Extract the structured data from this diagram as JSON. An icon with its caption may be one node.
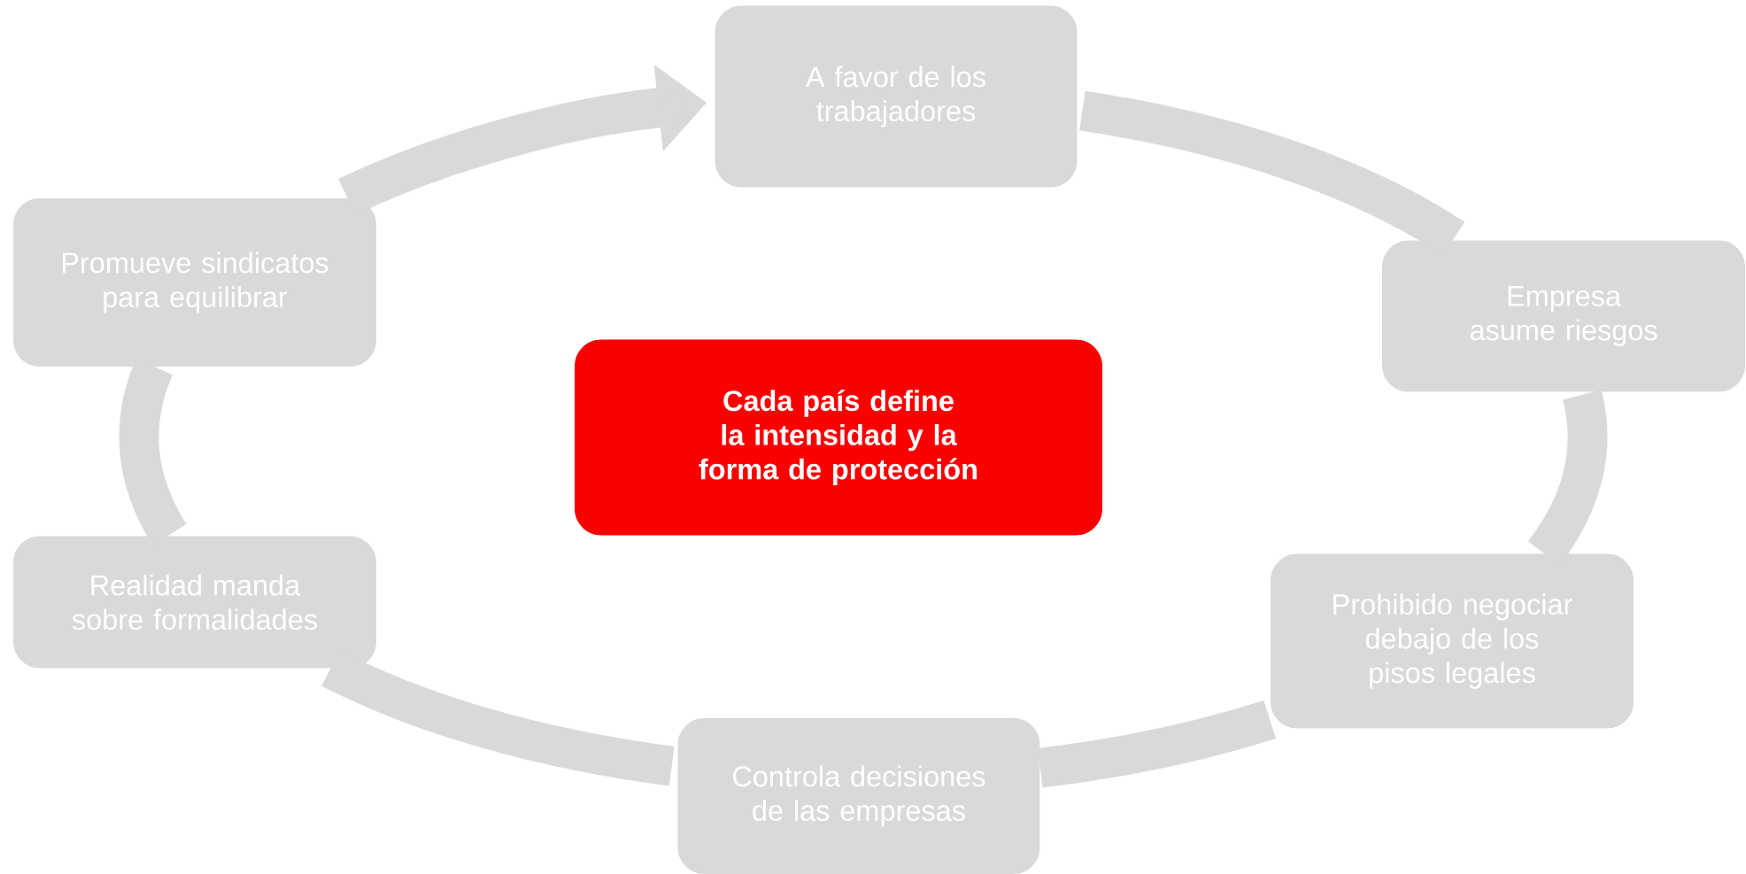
{
  "diagram": {
    "nodes": [
      {
        "text": [
          "Cada país define la intensidad y la forma de protección"
        ]
      },
      {
        "text": [
          "A favor de los trabajadores"
        ]
      },
      {
        "text": [
          "Empresa asume riesgos"
        ]
      },
      {
        "text": [
          "Prohibido negociar debajo de los pisos legales"
        ]
      },
      {
        "text": [
          "Controla decisiones de las empresas"
        ]
      },
      {
        "text": [
          "Realidad manda sobre formalidades"
        ]
      },
      {
        "text": [
          "Promueve sindicatos para equilibrar"
        ]
      }
    ],
    "edges": [
      {
        "from": 1,
        "to": 2,
        "arrow": "none"
      },
      {
        "from": 2,
        "to": 3,
        "arrow": "none"
      },
      {
        "from": 3,
        "to": 4,
        "arrow": "none"
      },
      {
        "from": 4,
        "to": 5,
        "arrow": "none"
      },
      {
        "from": 5,
        "to": 6,
        "arrow": "none"
      },
      {
        "from": 6,
        "to": 1,
        "arrow": "to"
      }
    ]
  }
}
